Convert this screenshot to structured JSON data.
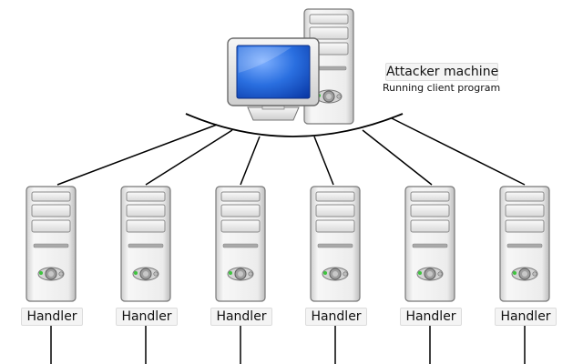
{
  "attacker": {
    "title": "Attacker machine",
    "subtitle": "Running client program"
  },
  "handlers": [
    {
      "label": "Handler"
    },
    {
      "label": "Handler"
    },
    {
      "label": "Handler"
    },
    {
      "label": "Handler"
    },
    {
      "label": "Handler"
    },
    {
      "label": "Handler"
    }
  ],
  "colors": {
    "screen_blue": "#1e63d6",
    "tower_gray": "#e6e6e6",
    "led_green": "#3cc43c",
    "line": "#000000"
  }
}
